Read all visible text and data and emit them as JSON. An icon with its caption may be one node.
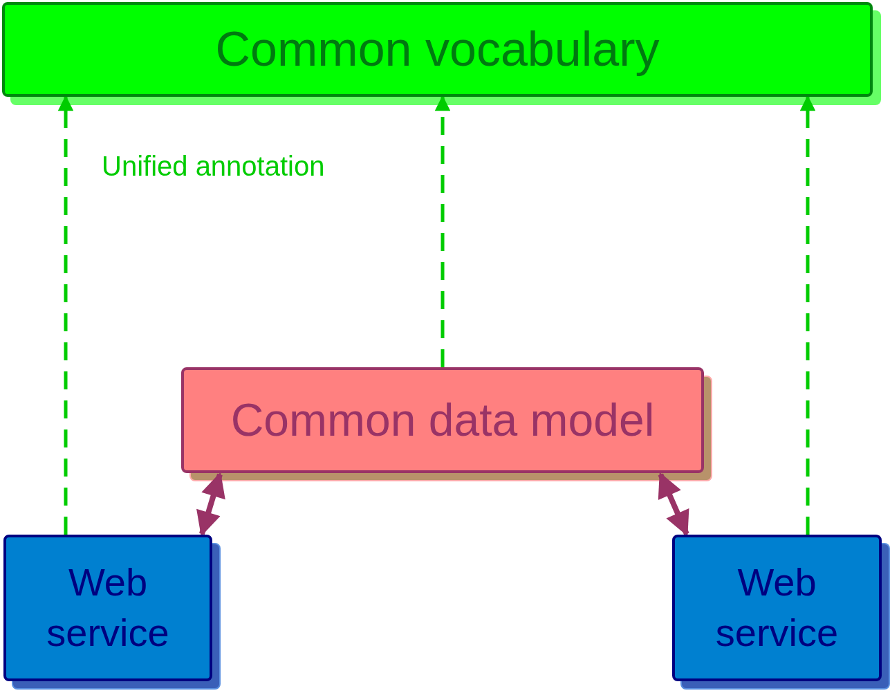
{
  "diagram": {
    "nodes": [
      {
        "text": [
          "Common vocabulary"
        ]
      },
      {
        "text": [
          "Common data model"
        ]
      },
      {
        "text": [
          "Web service"
        ]
      },
      {
        "text": [
          "Web service"
        ]
      }
    ],
    "edges": [
      {
        "from": 2,
        "to": 0,
        "arrow": "to",
        "style": "dashed"
      },
      {
        "from": 1,
        "to": 0,
        "arrow": "to",
        "style": "dashed"
      },
      {
        "from": 3,
        "to": 0,
        "arrow": "to",
        "style": "dashed"
      },
      {
        "from": 1,
        "to": 2,
        "arrow": "both",
        "color": "#993366"
      },
      {
        "from": 1,
        "to": 3,
        "arrow": "both",
        "color": "#993366"
      }
    ],
    "labels": [
      "Unified annotation"
    ]
  }
}
